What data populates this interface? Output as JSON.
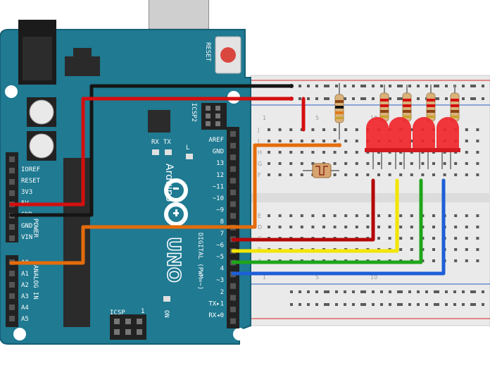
{
  "board": {
    "brand": "Arduino",
    "model": "UNO",
    "reset_label": "RESET",
    "icsp2_label": "ICSP2",
    "icsp_label": "ICSP",
    "icsp_num": "1",
    "tx_label": "TX",
    "rx_label": "RX",
    "l_label": "L",
    "on_label": "ON",
    "digital_label": "DIGITAL (PWM=~)",
    "power_label": "POWER",
    "analog_label": "ANALOG IN",
    "digital_pins": [
      "AREF",
      "GND",
      "13",
      "12",
      "~11",
      "~10",
      "~9",
      "8",
      "7",
      "~6",
      "~5",
      "4",
      "~3",
      "2",
      "TX▸1",
      "RX◂0"
    ],
    "power_pins": [
      "IOREF",
      "RESET",
      "3V3",
      "5V",
      "GND",
      "GND",
      "VIN"
    ],
    "analog_pins": [
      "A0",
      "A1",
      "A2",
      "A3",
      "A4",
      "A5"
    ],
    "colors": {
      "board": "#1f7a92",
      "board_edge": "#155f74",
      "header": "#222222"
    }
  },
  "breadboard": {
    "row_letters_top": [
      "J",
      "I",
      "H",
      "G",
      "F"
    ],
    "row_letters_bottom": [
      "E",
      "D",
      "C",
      "B",
      "A"
    ],
    "column_numbers": [
      "1",
      "5",
      "10"
    ],
    "colors": {
      "body": "#ececec",
      "rail_red": "#d8262b",
      "rail_blue": "#2a5fc4"
    }
  },
  "wires": {
    "colors": {
      "black": "#151515",
      "red": "#d40f0f",
      "orange": "#e46c0a",
      "dark_red": "#b40707",
      "yellow": "#f2e600",
      "green": "#1fa51a",
      "blue": "#1d5fd6"
    }
  },
  "components": {
    "leds": 4,
    "led_color": "#f0252b",
    "resistors": 5,
    "sensor": "photoresistor"
  }
}
